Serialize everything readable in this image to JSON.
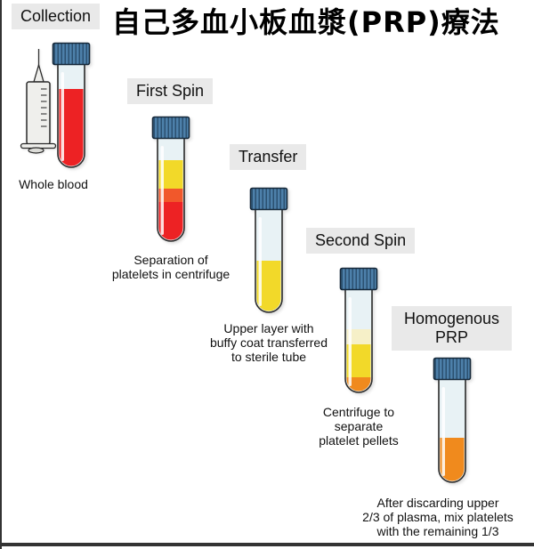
{
  "title": "自己多血小板血漿(PRP)療法",
  "steps": [
    {
      "label": "Collection",
      "caption": "Whole blood"
    },
    {
      "label": "First Spin",
      "caption": "Separation of\nplatelets in centrifuge"
    },
    {
      "label": "Transfer",
      "caption": "Upper layer with\nbuffy coat transferred\nto sterile tube"
    },
    {
      "label": "Second Spin",
      "caption": "Centrifuge to\nseparate\nplatelet pellets"
    },
    {
      "label": "Homogenous PRP",
      "caption": "After discarding upper\n2/3 of plasma, mix platelets\nwith the remaining 1/3"
    }
  ],
  "colors": {
    "label_bg": "#e9e9e9",
    "text": "#111111",
    "cap_blue": "#4d80aa",
    "cap_stripe": "#2b5070",
    "cap_outline": "#16293a",
    "glass_tint": "#e8f2f5",
    "blood_red": "#ed2224",
    "plasma_yellow": "#f2d929",
    "orange_red": "#f1582b",
    "pale_plasma": "#f6f0c8",
    "prp_orange": "#f08a1d",
    "highlight_white": "#ffffff",
    "syringe_body": "#efefec",
    "border": "#333333"
  }
}
